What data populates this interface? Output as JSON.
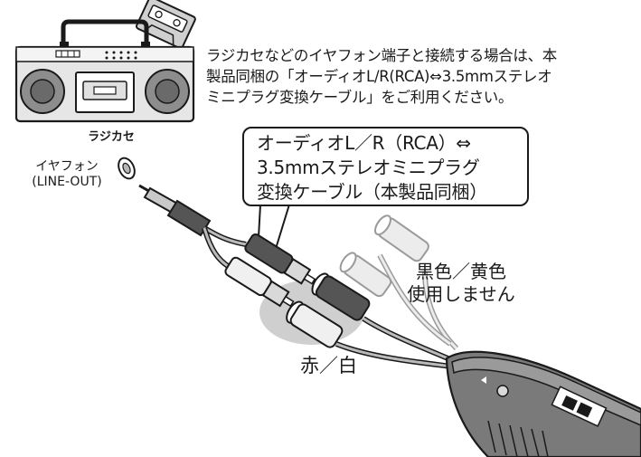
{
  "description": {
    "line1": "ラジカセなどのイヤフォン端子と接続する場合は、本",
    "line2": "製品同梱の「オーディオL/R(RCA)⇔3.5mmステレオ",
    "line3": "ミニプラグ変換ケーブル」をご利用ください。"
  },
  "radio": {
    "label": "ラジカセ"
  },
  "earphone": {
    "line1": "イヤフォン",
    "line2": "(LINE-OUT)"
  },
  "cable_callout": {
    "line1": "オーディオL／R（RCA）⇔",
    "line2": "3.5mmステレオミニプラグ",
    "line3": "変換ケーブル（本製品同梱）"
  },
  "unused_plugs": {
    "line1": "黒色／黄色",
    "line2": "使用しません"
  },
  "used_plugs": {
    "label": "赤／白"
  },
  "colors": {
    "line": "#1a1a1a",
    "gray_light": "#d9d9d9",
    "gray_mid": "#a9a9a9",
    "gray_dark": "#555555",
    "highlight": "#cfcfcf"
  }
}
